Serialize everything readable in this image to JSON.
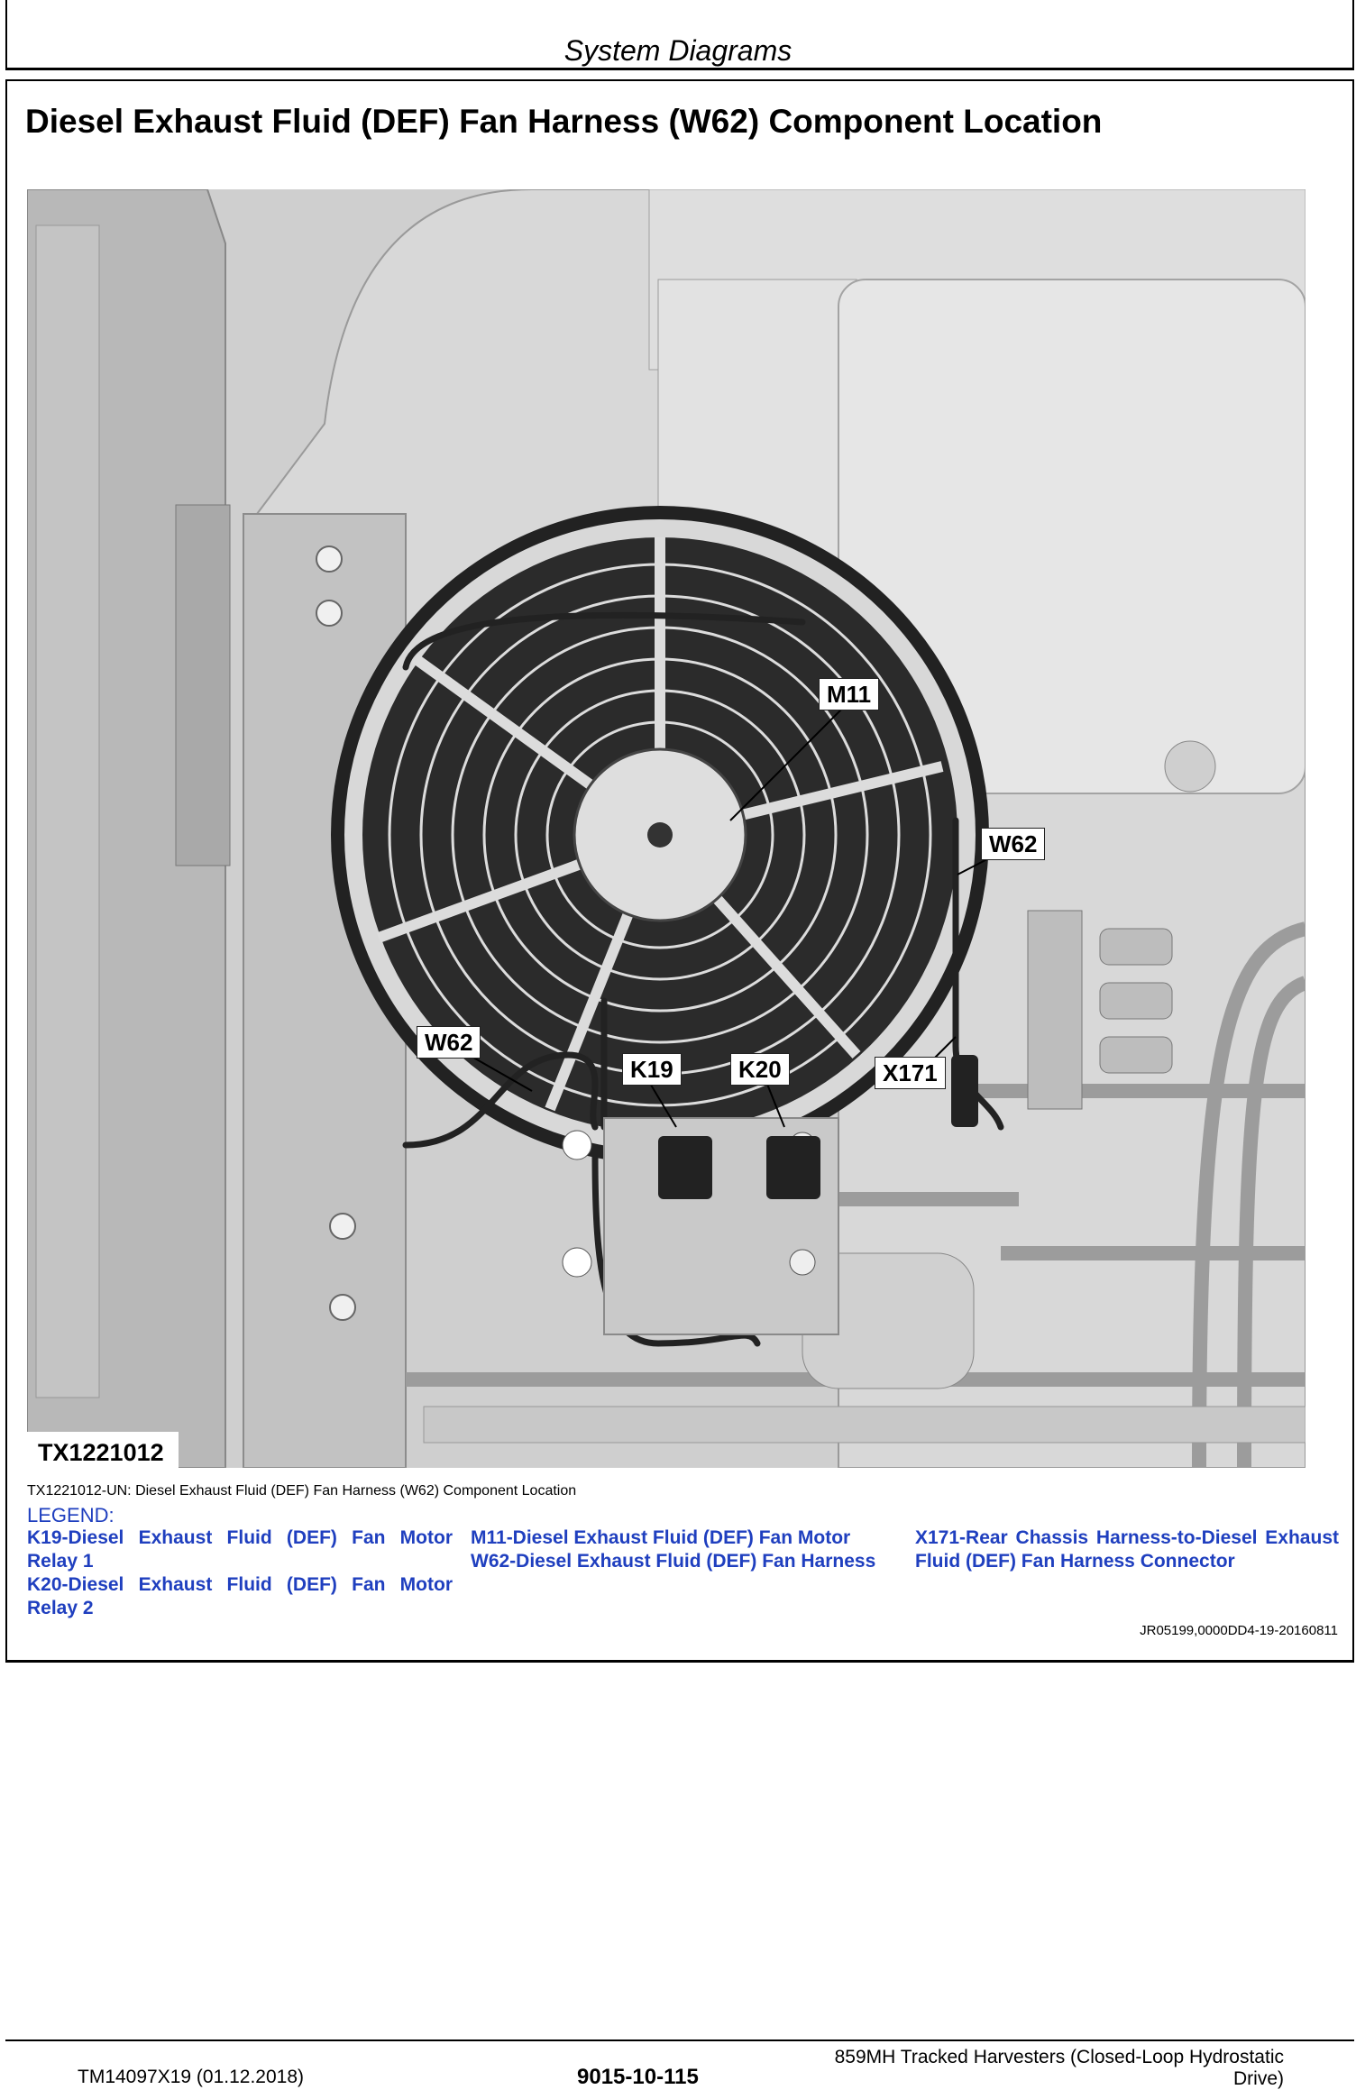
{
  "header": {
    "title": "System Diagrams"
  },
  "section": {
    "title": "Diesel Exhaust Fluid (DEF) Fan Harness (W62) Component Location"
  },
  "figure": {
    "id": "TX1221012",
    "callouts": {
      "m11": "M11",
      "w62_upper": "W62",
      "w62_lower": "W62",
      "k19": "K19",
      "k20": "K20",
      "x171": "X171"
    },
    "caption": "TX1221012-UN: Diesel Exhaust Fluid (DEF) Fan Harness (W62) Component Location"
  },
  "legend": {
    "heading": "LEGEND:",
    "k19": "K19-Diesel Exhaust Fluid (DEF) Fan Motor Relay 1",
    "k20": "K20-Diesel Exhaust Fluid (DEF) Fan Motor Relay 2",
    "m11": "M11-Diesel Exhaust Fluid (DEF) Fan Motor",
    "w62": "W62-Diesel Exhaust Fluid (DEF) Fan Harness",
    "x171": "X171-Rear Chassis Harness-to-Diesel Exhaust Fluid (DEF) Fan Harness Connector"
  },
  "doc_ref": "JR05199,0000DD4-19-20160811",
  "footer": {
    "manual": "TM14097X19 (01.12.2018)",
    "page": "9015-10-115",
    "product": "859MH Tracked Harvesters (Closed-Loop Hydrostatic Drive)"
  }
}
